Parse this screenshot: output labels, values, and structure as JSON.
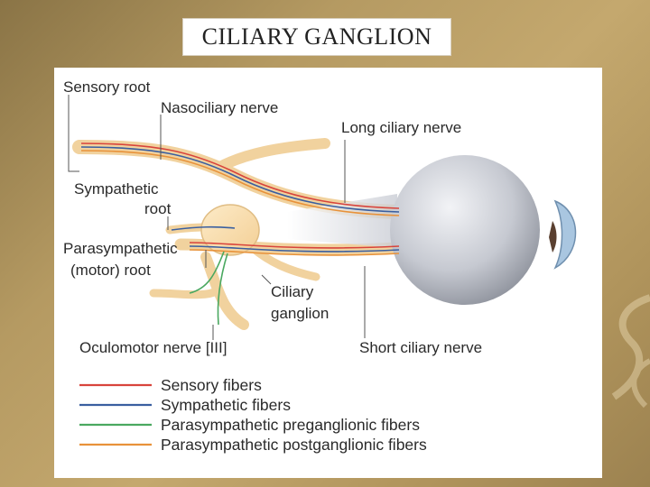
{
  "title": "CILIARY GANGLION",
  "labels": {
    "sensory_root": "Sensory root",
    "nasociliary_nerve": "Nasociliary nerve",
    "long_ciliary_nerve": "Long ciliary nerve",
    "sympathetic_root_1": "Sympathetic",
    "sympathetic_root_2": "root",
    "parasympathetic_root_1": "Parasympathetic",
    "parasympathetic_root_2": "(motor) root",
    "ciliary_ganglion_1": "Ciliary",
    "ciliary_ganglion_2": "ganglion",
    "oculomotor_nerve": "Oculomotor nerve [III]",
    "short_ciliary_nerve": "Short ciliary nerve"
  },
  "legend": [
    {
      "label": "Sensory fibers",
      "color": "#d8443c"
    },
    {
      "label": "Sympathetic fibers",
      "color": "#3a5fa0"
    },
    {
      "label": "Parasympathetic preganglionic fibers",
      "color": "#4aa860"
    },
    {
      "label": "Parasympathetic postganglionic fibers",
      "color": "#e8923a"
    }
  ],
  "colors": {
    "nerve": "#f5d9a8",
    "nerve_edge": "#e0bd84",
    "ganglion": "#fbe3b8",
    "eyeball": "#c9ccd4",
    "cornea": "#a9c6e0"
  }
}
